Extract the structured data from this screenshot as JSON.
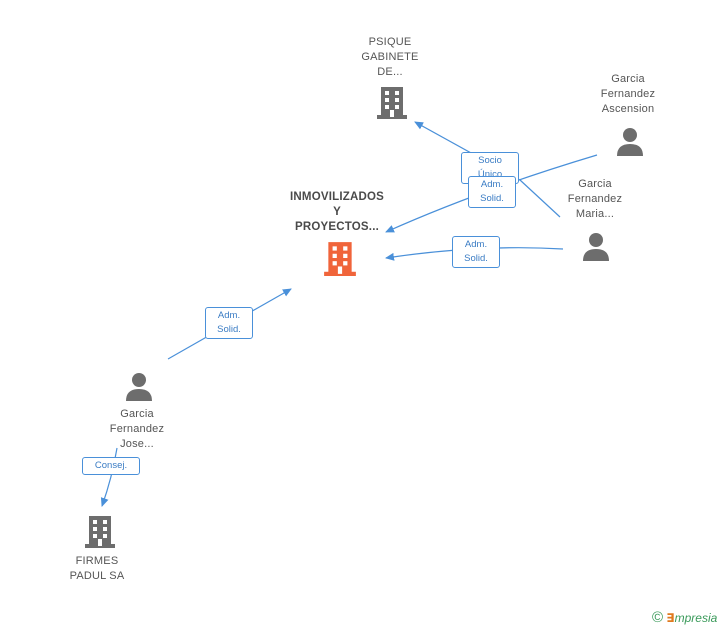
{
  "nodes": {
    "psique": [
      "PSIQUE",
      "GABINETE",
      "DE..."
    ],
    "ascension": [
      "Garcia",
      "Fernandez",
      "Ascension"
    ],
    "inmovilizados": [
      "INMOVILIZADOS",
      "Y",
      "PROYECTOS..."
    ],
    "maria": [
      "Garcia",
      "Fernandez",
      "Maria..."
    ],
    "jose": [
      "Garcia",
      "Fernandez",
      "Jose..."
    ],
    "firmes": [
      "FIRMES",
      "PADUL SA"
    ]
  },
  "edges": {
    "socio": [
      "Socio",
      "Único"
    ],
    "adm_solid": [
      "Adm.",
      "Solid."
    ],
    "consej": "Consej."
  },
  "colors": {
    "company": "#6d6d6d",
    "main_company": "#f0643a",
    "person": "#6d6d6d",
    "edge": "#4a90d9"
  },
  "brand": {
    "copyright": "©",
    "e": "∃",
    "rest": "mpresia"
  }
}
